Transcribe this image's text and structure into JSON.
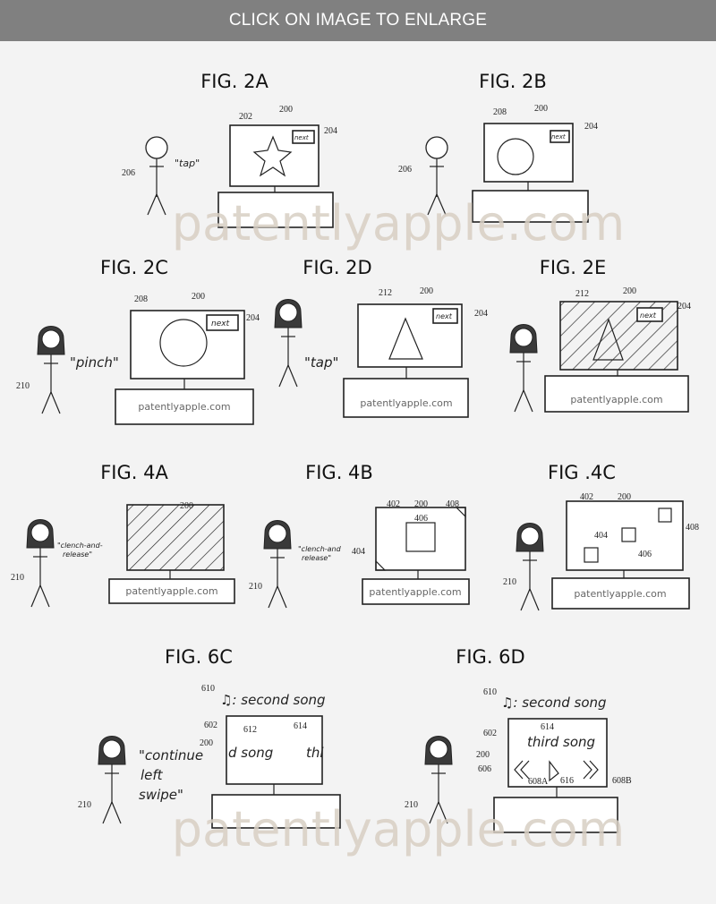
{
  "header": {
    "label": "CLICK ON IMAGE TO ENLARGE"
  },
  "watermark": "patentlyapple.com",
  "fig2a": {
    "title": "FIG. 2A",
    "speech": "\"tap\"",
    "next": "next",
    "labels": [
      "202",
      "200",
      "204",
      "206"
    ]
  },
  "fig2b": {
    "title": "FIG. 2B",
    "next": "next",
    "labels": [
      "208",
      "200",
      "204",
      "206"
    ]
  },
  "fig2c": {
    "title": "FIG. 2C",
    "speech": "\"pinch\"",
    "next": "next",
    "labels": [
      "208",
      "200",
      "204",
      "210"
    ]
  },
  "fig2d": {
    "title": "FIG. 2D",
    "speech": "\"tap\"",
    "next": "next",
    "labels": [
      "212",
      "200",
      "204"
    ]
  },
  "fig2e": {
    "title": "FIG. 2E",
    "next": "next",
    "labels": [
      "212",
      "200",
      "204"
    ]
  },
  "fig4a": {
    "title": "FIG. 4A",
    "speech": [
      "\"clench-and-",
      "release\""
    ],
    "labels": [
      "200",
      "210"
    ]
  },
  "fig4b": {
    "title": "FIG. 4B",
    "speech": [
      "\"clench-and",
      "release\""
    ],
    "labels": [
      "402",
      "200",
      "408",
      "406",
      "404",
      "210"
    ]
  },
  "fig4c": {
    "title": "FIG .4C",
    "labels": [
      "402",
      "200",
      "408",
      "404",
      "406",
      "210"
    ]
  },
  "fig6c": {
    "title": "FIG. 6C",
    "now_playing": "♫: second song",
    "screen_left": "d song",
    "screen_right": "thi",
    "speech": [
      "\"continue",
      "left",
      "swipe\""
    ],
    "labels": [
      "610",
      "602",
      "612",
      "614",
      "200",
      "210"
    ]
  },
  "fig6d": {
    "title": "FIG. 6D",
    "now_playing": "♫: second song",
    "screen_text": "third song",
    "labels": [
      "610",
      "614",
      "602",
      "200",
      "606",
      "608A",
      "616",
      "608B",
      "210"
    ]
  }
}
